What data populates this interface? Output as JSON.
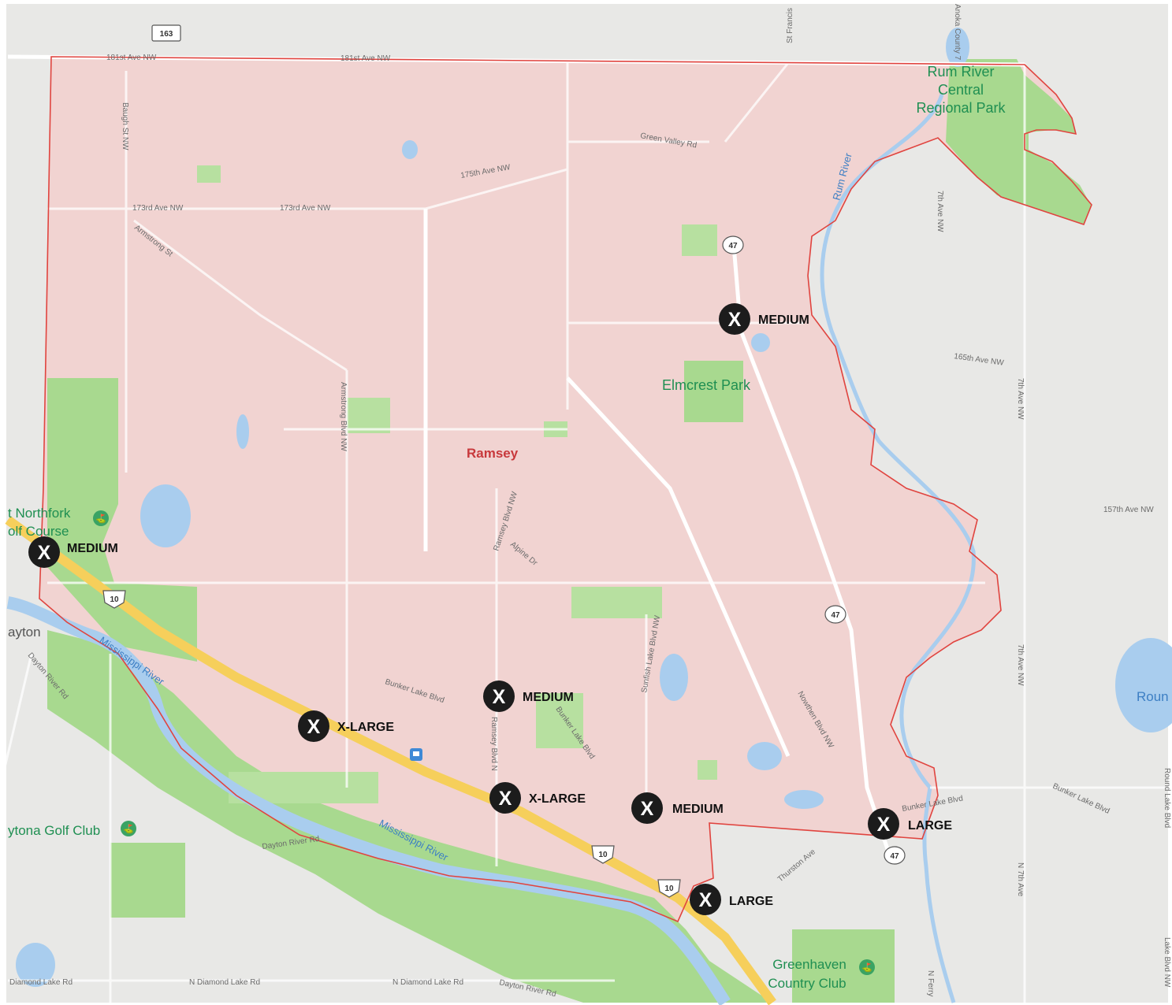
{
  "map": {
    "city_label": "Ramsey",
    "colors": {
      "boundary": "#e0443f",
      "city_fill": "#f1d3d1",
      "park": "#a8d98f",
      "water": "#a9cdee",
      "highway": "#f6cf5b",
      "marker": "#1c1c1c"
    },
    "parks": [
      "Rum River Central Regional Park",
      "Elmcrest Park"
    ],
    "places": [
      "Northfork Golf Course",
      "Dayton",
      "Daytona Golf Club",
      "Greenhaven Country Club",
      "Roun"
    ],
    "rivers": [
      "Mississippi River",
      "Mississippi River",
      "Rum River"
    ],
    "roads": [
      "181st Ave NW",
      "181st Ave NW",
      "Baugh St NW",
      "173rd Ave NW",
      "173rd Ave NW",
      "Armstrong St",
      "175th Ave NW",
      "Green Valley Rd",
      "St Francis",
      "Anoka County 7",
      "7th Ave NW",
      "165th Ave NW",
      "7th Ave NW",
      "157th Ave NW",
      "Armstrong Blvd NW",
      "Ramsey Blvd NW",
      "Alpine Dr",
      "Bunker Lake Blvd",
      "Ramsey Blvd N",
      "Bunker Lake Blvd",
      "Sunfish Lake Blvd NW",
      "Nowthen Blvd NW",
      "Bunker Lake Blvd",
      "Bunker Lake Blvd",
      "Dayton River Rd",
      "Dayton River Rd",
      "Thurston Ave",
      "N 7th Ave",
      "7th Ave NW",
      "Diamond Lake Rd",
      "N Diamond Lake Rd",
      "N Diamond Lake Rd",
      "Dayton River Rd",
      "N Ferry",
      "Lake Blvd NW",
      "Round Lake Blvd"
    ],
    "shields": [
      "163",
      "47",
      "47",
      "47",
      "10",
      "10",
      "10"
    ],
    "markers": [
      {
        "symbol": "X",
        "size": "MEDIUM"
      },
      {
        "symbol": "X",
        "size": "MEDIUM"
      },
      {
        "symbol": "X",
        "size": "X-LARGE"
      },
      {
        "symbol": "X",
        "size": "MEDIUM"
      },
      {
        "symbol": "X",
        "size": "X-LARGE"
      },
      {
        "symbol": "X",
        "size": "MEDIUM"
      },
      {
        "symbol": "X",
        "size": "LARGE"
      },
      {
        "symbol": "X",
        "size": "LARGE"
      }
    ],
    "icons": [
      "golf-icon",
      "golf-icon",
      "golf-icon",
      "transit-icon"
    ]
  }
}
